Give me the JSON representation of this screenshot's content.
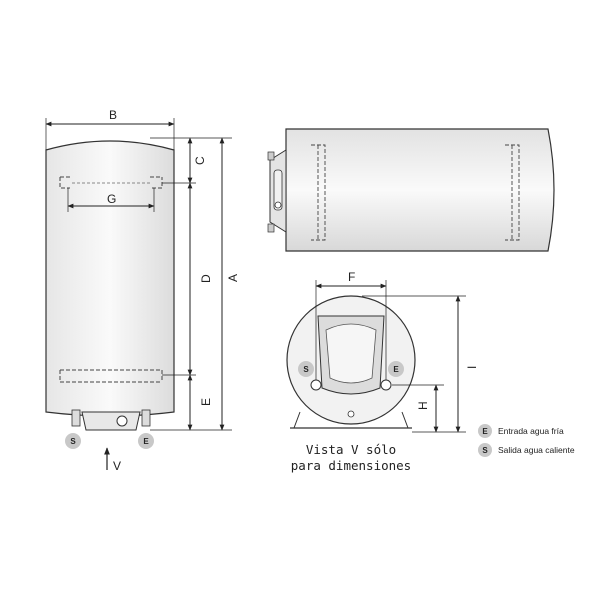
{
  "dimensions": {
    "A": "A",
    "B": "B",
    "C": "C",
    "D": "D",
    "E": "E",
    "F": "F",
    "G": "G",
    "H": "H",
    "I": "I"
  },
  "connections": {
    "outlet_badge": "S",
    "inlet_badge": "E"
  },
  "view_arrow_label": "V",
  "caption": {
    "line1": "Vista V sólo",
    "line2": "para dimensiones"
  },
  "legend": [
    {
      "badge": "E",
      "text": "Entrada agua fría"
    },
    {
      "badge": "S",
      "text": "Salida agua caliente"
    }
  ]
}
